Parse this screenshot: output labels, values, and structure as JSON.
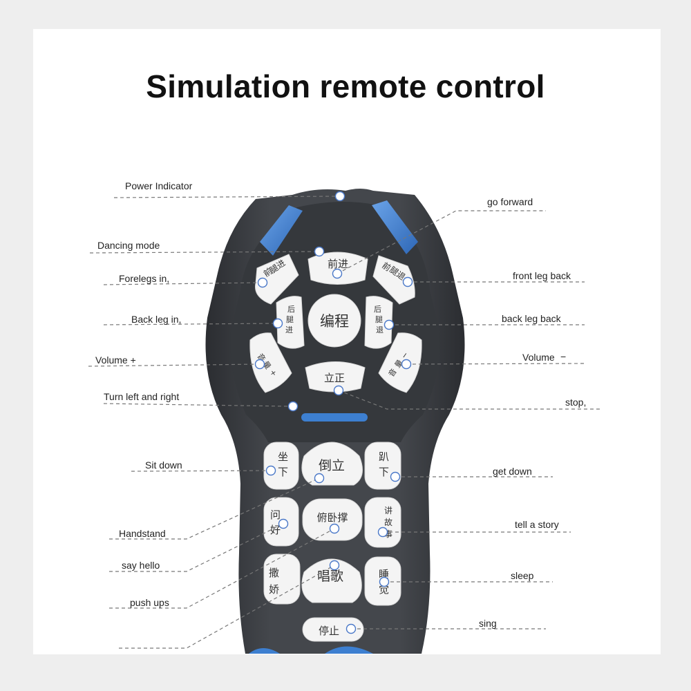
{
  "title": "Simulation remote control",
  "colors": {
    "body": "#3f4247",
    "body_dark": "#2b2d31",
    "face": "#35383c",
    "accent_blue": "#3d7fd0",
    "button": "#f4f4f4",
    "marker": "#4a78c8"
  },
  "labels": {
    "power_indicator": "Power Indicator",
    "go_forward": "go forward",
    "dancing_mode": "Dancing mode",
    "forelegs_in": "Forelegs in,",
    "front_leg_back": "front leg back",
    "back_leg_in": "Back leg in,",
    "back_leg_back": "back leg back",
    "volume_plus": "Volume +",
    "volume_minus": "Volume",
    "volume_minus_sign": "−",
    "turn": "Turn left and right",
    "stop": "stop,",
    "sit_down": "Sit down",
    "get_down": "get down",
    "handstand": "Handstand",
    "tell_story": "tell a story",
    "say_hello": "say hello",
    "sleep": "sleep",
    "push_ups": "push ups",
    "sing": "sing"
  },
  "buttons": {
    "forward": "前进",
    "program": "编程",
    "stand": "立正",
    "foreleg_in_1": "前",
    "foreleg_in_2": "腿进",
    "foreleg_back_1": "前",
    "foreleg_back_2": "腿退",
    "backleg_in_1": "后",
    "backleg_in_2": "腿",
    "backleg_in_3": "进",
    "backleg_back_1": "后",
    "backleg_back_2": "腿",
    "backleg_back_3": "退",
    "vol_plus_1": "音",
    "vol_plus_2": "量",
    "vol_plus_3": "+",
    "vol_minus_1": "音",
    "vol_minus_2": "量",
    "vol_minus_3": "−",
    "sit_1": "坐",
    "sit_2": "下",
    "handstand": "倒立",
    "lie_1": "趴",
    "lie_2": "下",
    "hello_1": "问",
    "hello_2": "好",
    "pushup": "俯卧撑",
    "story_1": "讲",
    "story_2": "故",
    "story_3": "事",
    "coy_1": "撒",
    "coy_2": "娇",
    "sing": "唱歌",
    "sleep_1": "睡",
    "sleep_2": "觉",
    "stop": "停止"
  }
}
